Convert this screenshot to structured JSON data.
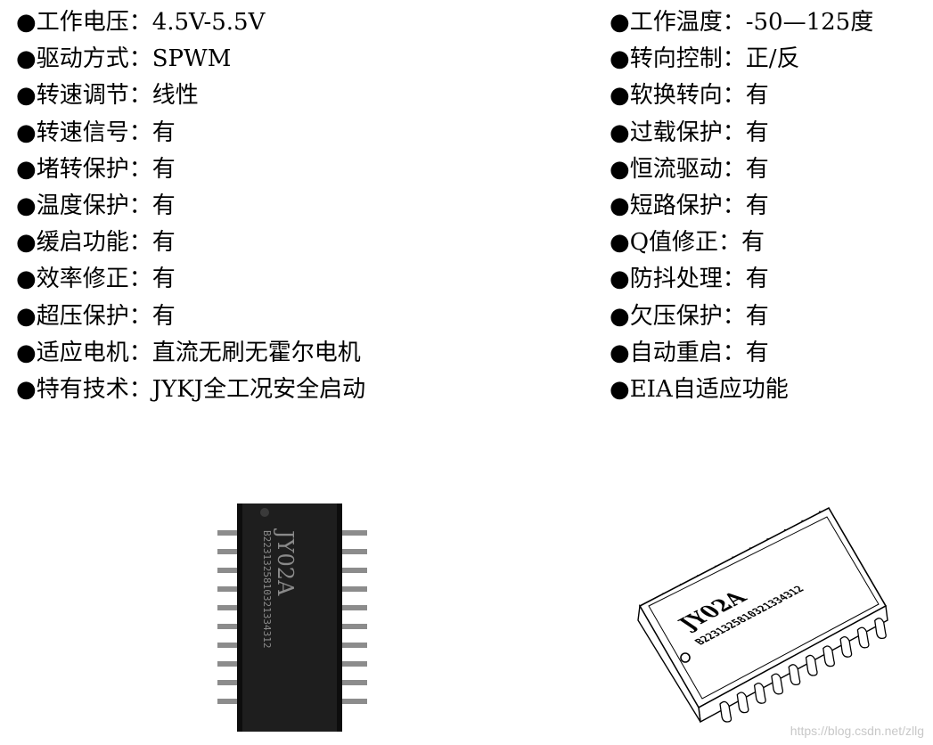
{
  "bullet_char": "●",
  "left_specs": [
    {
      "label": "工作电压：",
      "value": "4.5V-5.5V"
    },
    {
      "label": "驱动方式：",
      "value": "SPWM"
    },
    {
      "label": "转速调节：",
      "value": "线性"
    },
    {
      "label": "转速信号：",
      "value": "有"
    },
    {
      "label": "堵转保护：",
      "value": "有"
    },
    {
      "label": "温度保护：",
      "value": "有"
    },
    {
      "label": "缓启功能：",
      "value": "有"
    },
    {
      "label": "效率修正：",
      "value": "有"
    },
    {
      "label": "超压保护：",
      "value": "有"
    },
    {
      "label": "适应电机：",
      "value": "直流无刷无霍尔电机"
    },
    {
      "label": "特有技术：",
      "value": "JYKJ全工况安全启动"
    }
  ],
  "right_specs": [
    {
      "label": "工作温度：",
      "value": "-50—125度"
    },
    {
      "label": "转向控制：",
      "value": "正/反"
    },
    {
      "label": "软换转向：",
      "value": "有"
    },
    {
      "label": "过载保护：",
      "value": "有"
    },
    {
      "label": "恒流驱动：",
      "value": "有"
    },
    {
      "label": "短路保护：",
      "value": "有"
    },
    {
      "label": "Q值修正：",
      "value": "有"
    },
    {
      "label": "防抖处理：",
      "value": "有"
    },
    {
      "label": "欠压保护：",
      "value": "有"
    },
    {
      "label": "自动重启：",
      "value": "有"
    },
    {
      "label": "EIA自适应功能",
      "value": ""
    }
  ],
  "chip": {
    "model": "JY02A",
    "code": "B2231325810321334312"
  },
  "watermark": "https://blog.csdn.net/zllg"
}
